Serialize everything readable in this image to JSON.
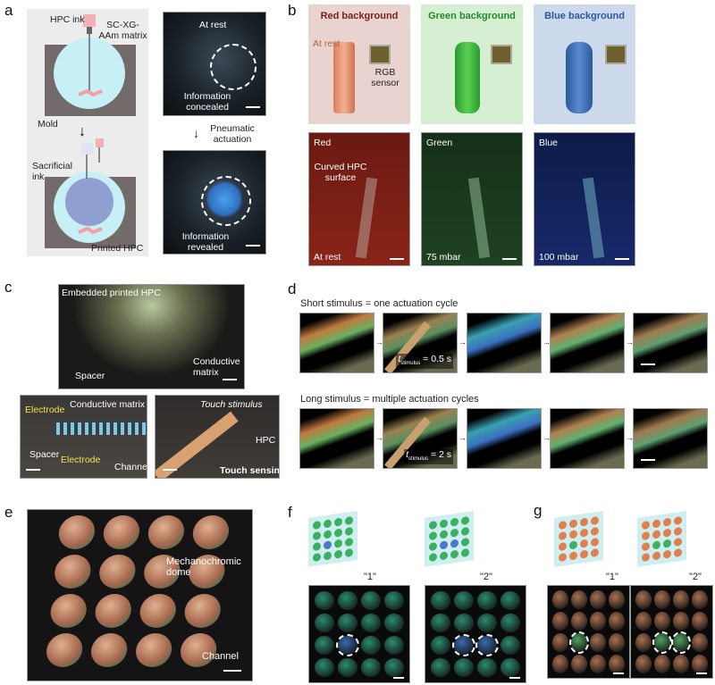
{
  "panels": {
    "a": "a",
    "b": "b",
    "c": "c",
    "d": "d",
    "e": "e",
    "f": "f",
    "g": "g"
  },
  "a": {
    "hpc_ink": "HPC ink",
    "matrix": "SC-XG-AAm matrix",
    "mold": "Mold",
    "sacrificial": "Sacrificial ink",
    "printed": "Printed HPC",
    "at_rest": "At rest",
    "concealed": "Information concealed",
    "actuation": "Pneumatic actuation",
    "revealed": "Information revealed"
  },
  "b": {
    "backgrounds": [
      {
        "title": "Red background",
        "color": "#7a1f1a",
        "bg": "#e8d3d1"
      },
      {
        "title": "Green background",
        "color": "#1f8a2a",
        "bg": "#d6efd3"
      },
      {
        "title": "Blue background",
        "color": "#2a5a9a",
        "bg": "#cdd9ec"
      }
    ],
    "at_rest": "At rest",
    "rgb_sensor": "RGB sensor",
    "photos": [
      {
        "name": "Red",
        "pressure": "At rest"
      },
      {
        "name": "Green",
        "pressure": "75 mbar"
      },
      {
        "name": "Blue",
        "pressure": "100 mbar"
      }
    ],
    "curved": "Curved HPC surface"
  },
  "c": {
    "embedded": "Embedded printed HPC",
    "conductive": "Conductive matrix",
    "spacer": "Spacer",
    "electrode": "Electrode",
    "conductive2": "Conductive matrix",
    "channel": "Channel",
    "touch": "Touch stimulus",
    "hpc": "HPC",
    "touch_sensing": "Touch sensing"
  },
  "d": {
    "short": "Short stimulus = one actuation cycle",
    "long": "Long stimulus = multiple actuation cycles",
    "t_symbol": "t",
    "t_sub": "stimulus",
    "t_short": "= 0.5 s",
    "t_long": "= 2 s"
  },
  "e": {
    "dome": "Mechanochromic dome",
    "channel": "Channel"
  },
  "f": {
    "labels": [
      "\"1\"",
      "\"2\""
    ]
  },
  "g": {
    "labels": [
      "\"1\"",
      "\"2\""
    ]
  }
}
